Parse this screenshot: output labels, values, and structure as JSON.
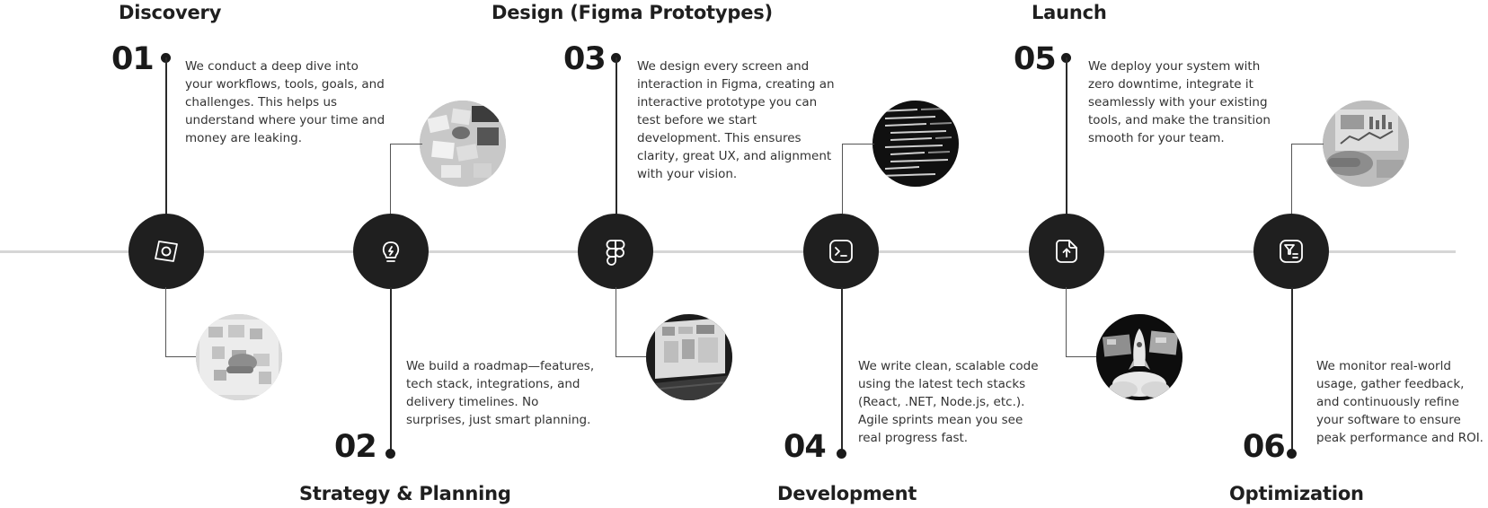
{
  "steps": [
    {
      "number": "01",
      "title": "Discovery",
      "description": "We conduct a deep dive into your workflows, tools, goals, and challenges. This helps us understand where your time and money are leaking.",
      "icon": "compass-icon"
    },
    {
      "number": "02",
      "title": "Strategy & Planning",
      "description": "We build a roadmap—features, tech stack, integrations, and delivery timelines. No surprises, just smart planning.",
      "icon": "lightbulb-icon"
    },
    {
      "number": "03",
      "title": "Design (Figma Prototypes)",
      "description": "We design every screen and interaction in Figma, creating an interactive prototype you can test before we start development. This ensures clarity, great UX, and alignment with your vision.",
      "icon": "figma-icon"
    },
    {
      "number": "04",
      "title": "Development",
      "description": "We write clean, scalable code using the latest tech stacks (React, .NET, Node.js, etc.). Agile sprints mean you see real progress fast.",
      "icon": "terminal-icon"
    },
    {
      "number": "05",
      "title": "Launch",
      "description": "We deploy your system with zero downtime, integrate it seamlessly with your existing tools, and make the transition smooth for your team.",
      "icon": "upload-file-icon"
    },
    {
      "number": "06",
      "title": "Optimization",
      "description": "We monitor real-world usage, gather feedback, and continuously refine your software to ensure peak performance and ROI.",
      "icon": "funnel-list-icon"
    }
  ],
  "photos": [
    {
      "name": "whiteboard-photo"
    },
    {
      "name": "sketch-planning-photo"
    },
    {
      "name": "figma-laptop-photo"
    },
    {
      "name": "code-screen-photo"
    },
    {
      "name": "rocket-launch-photo"
    },
    {
      "name": "dashboard-analytics-photo"
    }
  ]
}
